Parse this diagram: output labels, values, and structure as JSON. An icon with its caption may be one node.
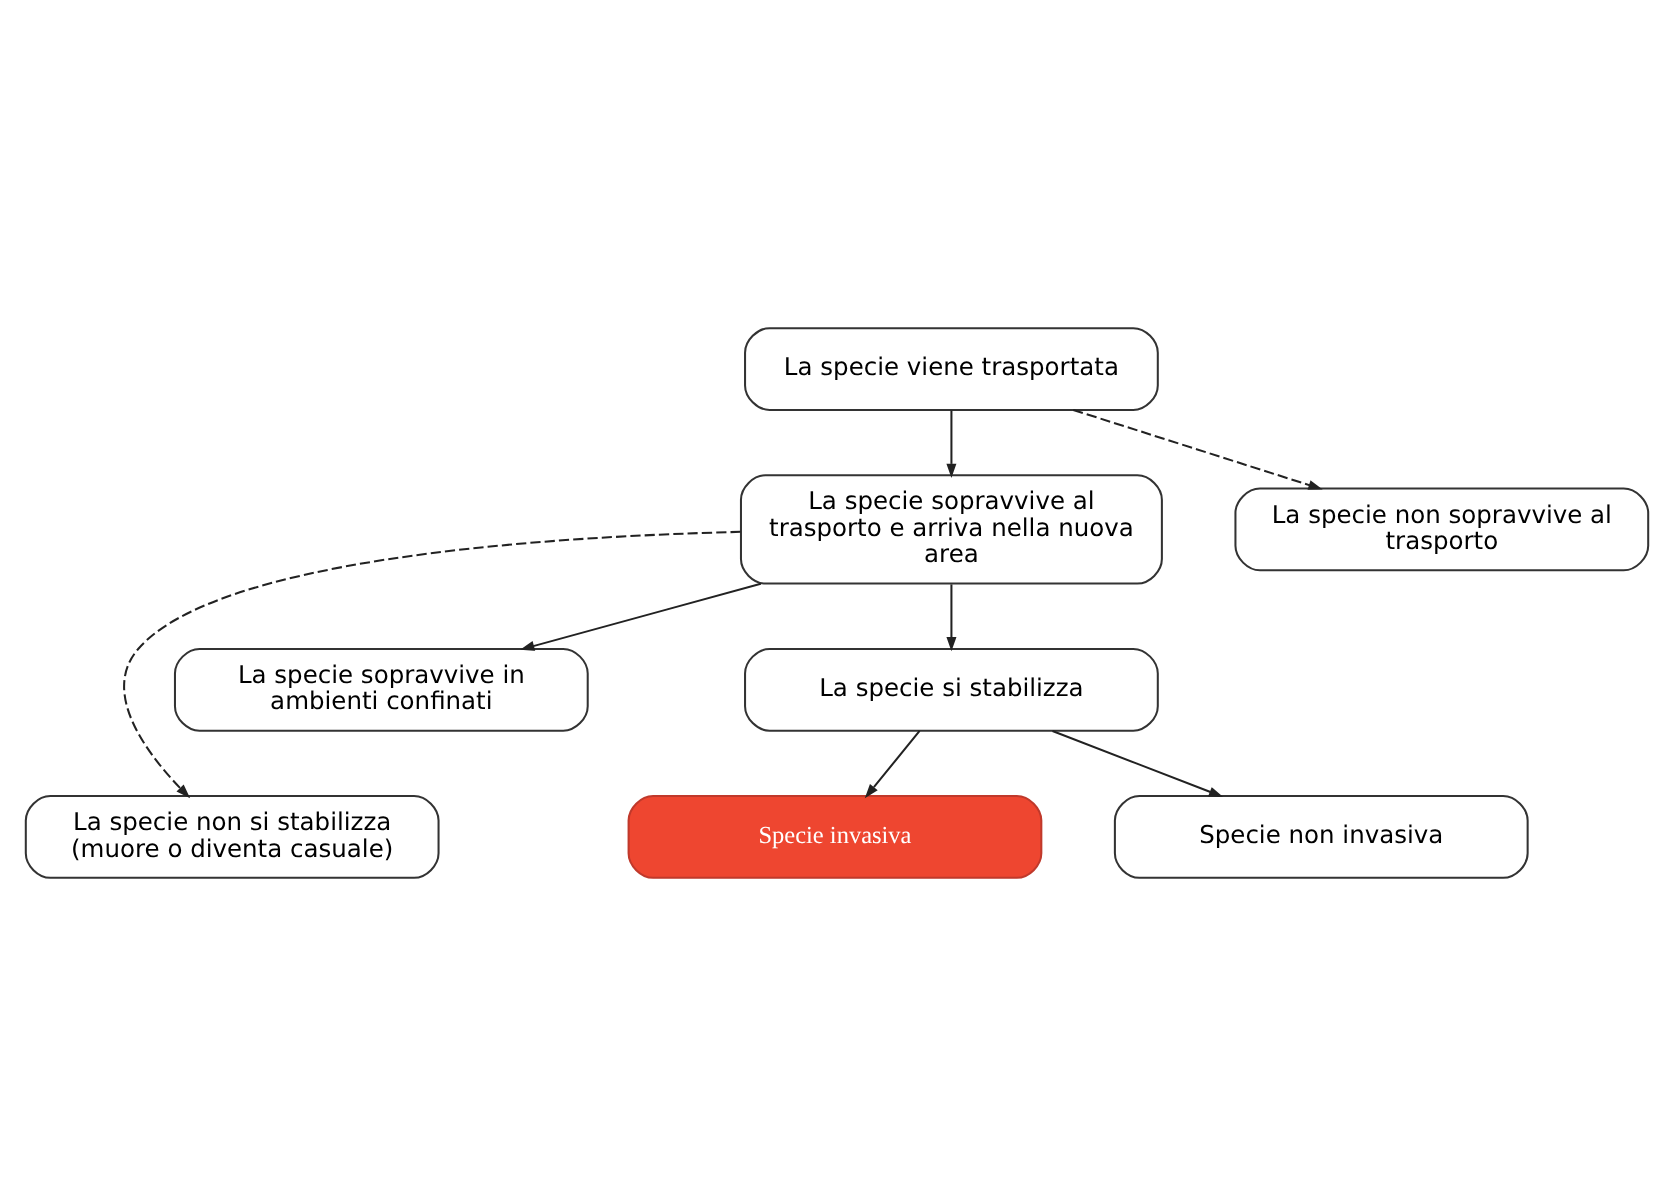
{
  "diagram": {
    "nodes": [
      {
        "text": [
          "La specie viene trasportata"
        ]
      },
      {
        "text": [
          "La specie sopravvive al trasporto e arriva nella nuova area"
        ]
      },
      {
        "text": [
          "La specie non sopravvive al trasporto"
        ]
      },
      {
        "text": [
          "La specie non si stabilizza (muore o diventa casuale)"
        ]
      },
      {
        "text": [
          "La specie sopravvive in ambienti confinati"
        ]
      },
      {
        "text": [
          "La specie si stabilizza"
        ]
      },
      {
        "text": [
          "Specie invasiva"
        ]
      },
      {
        "text": [
          "Specie non invasiva"
        ]
      }
    ],
    "edges": [
      {
        "from": 0,
        "to": 1,
        "arrow": "to"
      },
      {
        "from": 0,
        "to": 2,
        "arrow": "to",
        "style": "dashed"
      },
      {
        "from": 1,
        "to": 3,
        "arrow": "to",
        "style": "dashed"
      },
      {
        "from": 1,
        "to": 4,
        "arrow": "to"
      },
      {
        "from": 1,
        "to": 5,
        "arrow": "to"
      },
      {
        "from": 5,
        "to": 6,
        "arrow": "to"
      },
      {
        "from": 5,
        "to": 7,
        "arrow": "to"
      }
    ]
  }
}
